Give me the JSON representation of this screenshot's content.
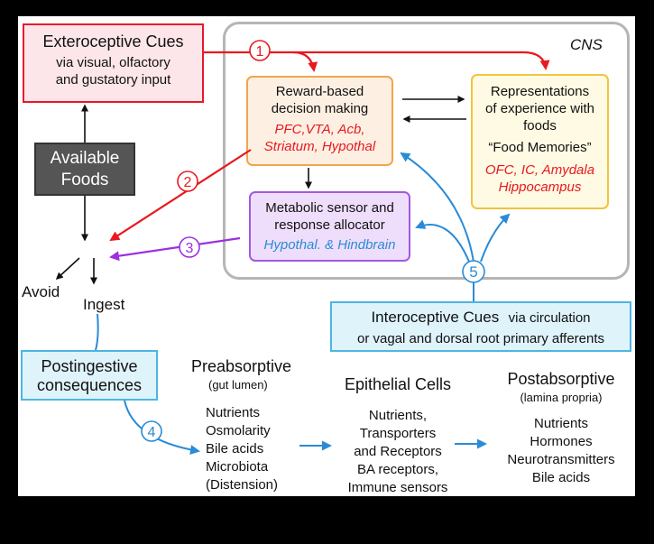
{
  "cns_label": "CNS",
  "extero": {
    "title": "Exteroceptive Cues",
    "line1": "via visual, olfactory",
    "line2": "and  gustatory input"
  },
  "available": {
    "line1": "Available",
    "line2": "Foods"
  },
  "reward": {
    "line1": "Reward-based",
    "line2": "decision making",
    "red1": "PFC,VTA, Acb,",
    "red2": "Striatum, Hypothal"
  },
  "memory": {
    "line1": "Representations",
    "line2": "of experience with",
    "line3": "foods",
    "line4": "“Food Memories”",
    "red1": "OFC, IC, Amydala",
    "red2": "Hippocampus"
  },
  "metabolic": {
    "line1": "Metabolic sensor and",
    "line2": "response allocator",
    "blue1": "Hypothal. & Hindbrain"
  },
  "intero": {
    "title": "Interoceptive Cues",
    "suffix": "via circulation",
    "line2": "or vagal and dorsal root primary afferents"
  },
  "avoid": "Avoid",
  "ingest": "Ingest",
  "postingestive": {
    "line1": "Postingestive",
    "line2": "consequences"
  },
  "preabsorptive": {
    "title": "Preabsorptive",
    "sub": "(gut lumen)",
    "items": [
      "Nutrients",
      "Osmolarity",
      "Bile acids",
      "Microbiota",
      "(Distension)"
    ]
  },
  "epithelial": {
    "title": "Epithelial Cells",
    "items": [
      "Nutrients,",
      "Transporters",
      "and Receptors",
      "BA receptors,",
      "Immune sensors"
    ]
  },
  "postabsorptive": {
    "title": "Postabsorptive",
    "sub": "(lamina propria)",
    "items": [
      "Nutrients",
      "Hormones",
      "Neurotransmitters",
      "Bile acids"
    ]
  },
  "markers": [
    "1",
    "2",
    "3",
    "4",
    "5"
  ],
  "colors": {
    "red": "#e8191f",
    "blue": "#2a8bd6",
    "purple": "#9b30e0",
    "gray_box": "#555555",
    "cns_border": "#b5b5b5"
  }
}
